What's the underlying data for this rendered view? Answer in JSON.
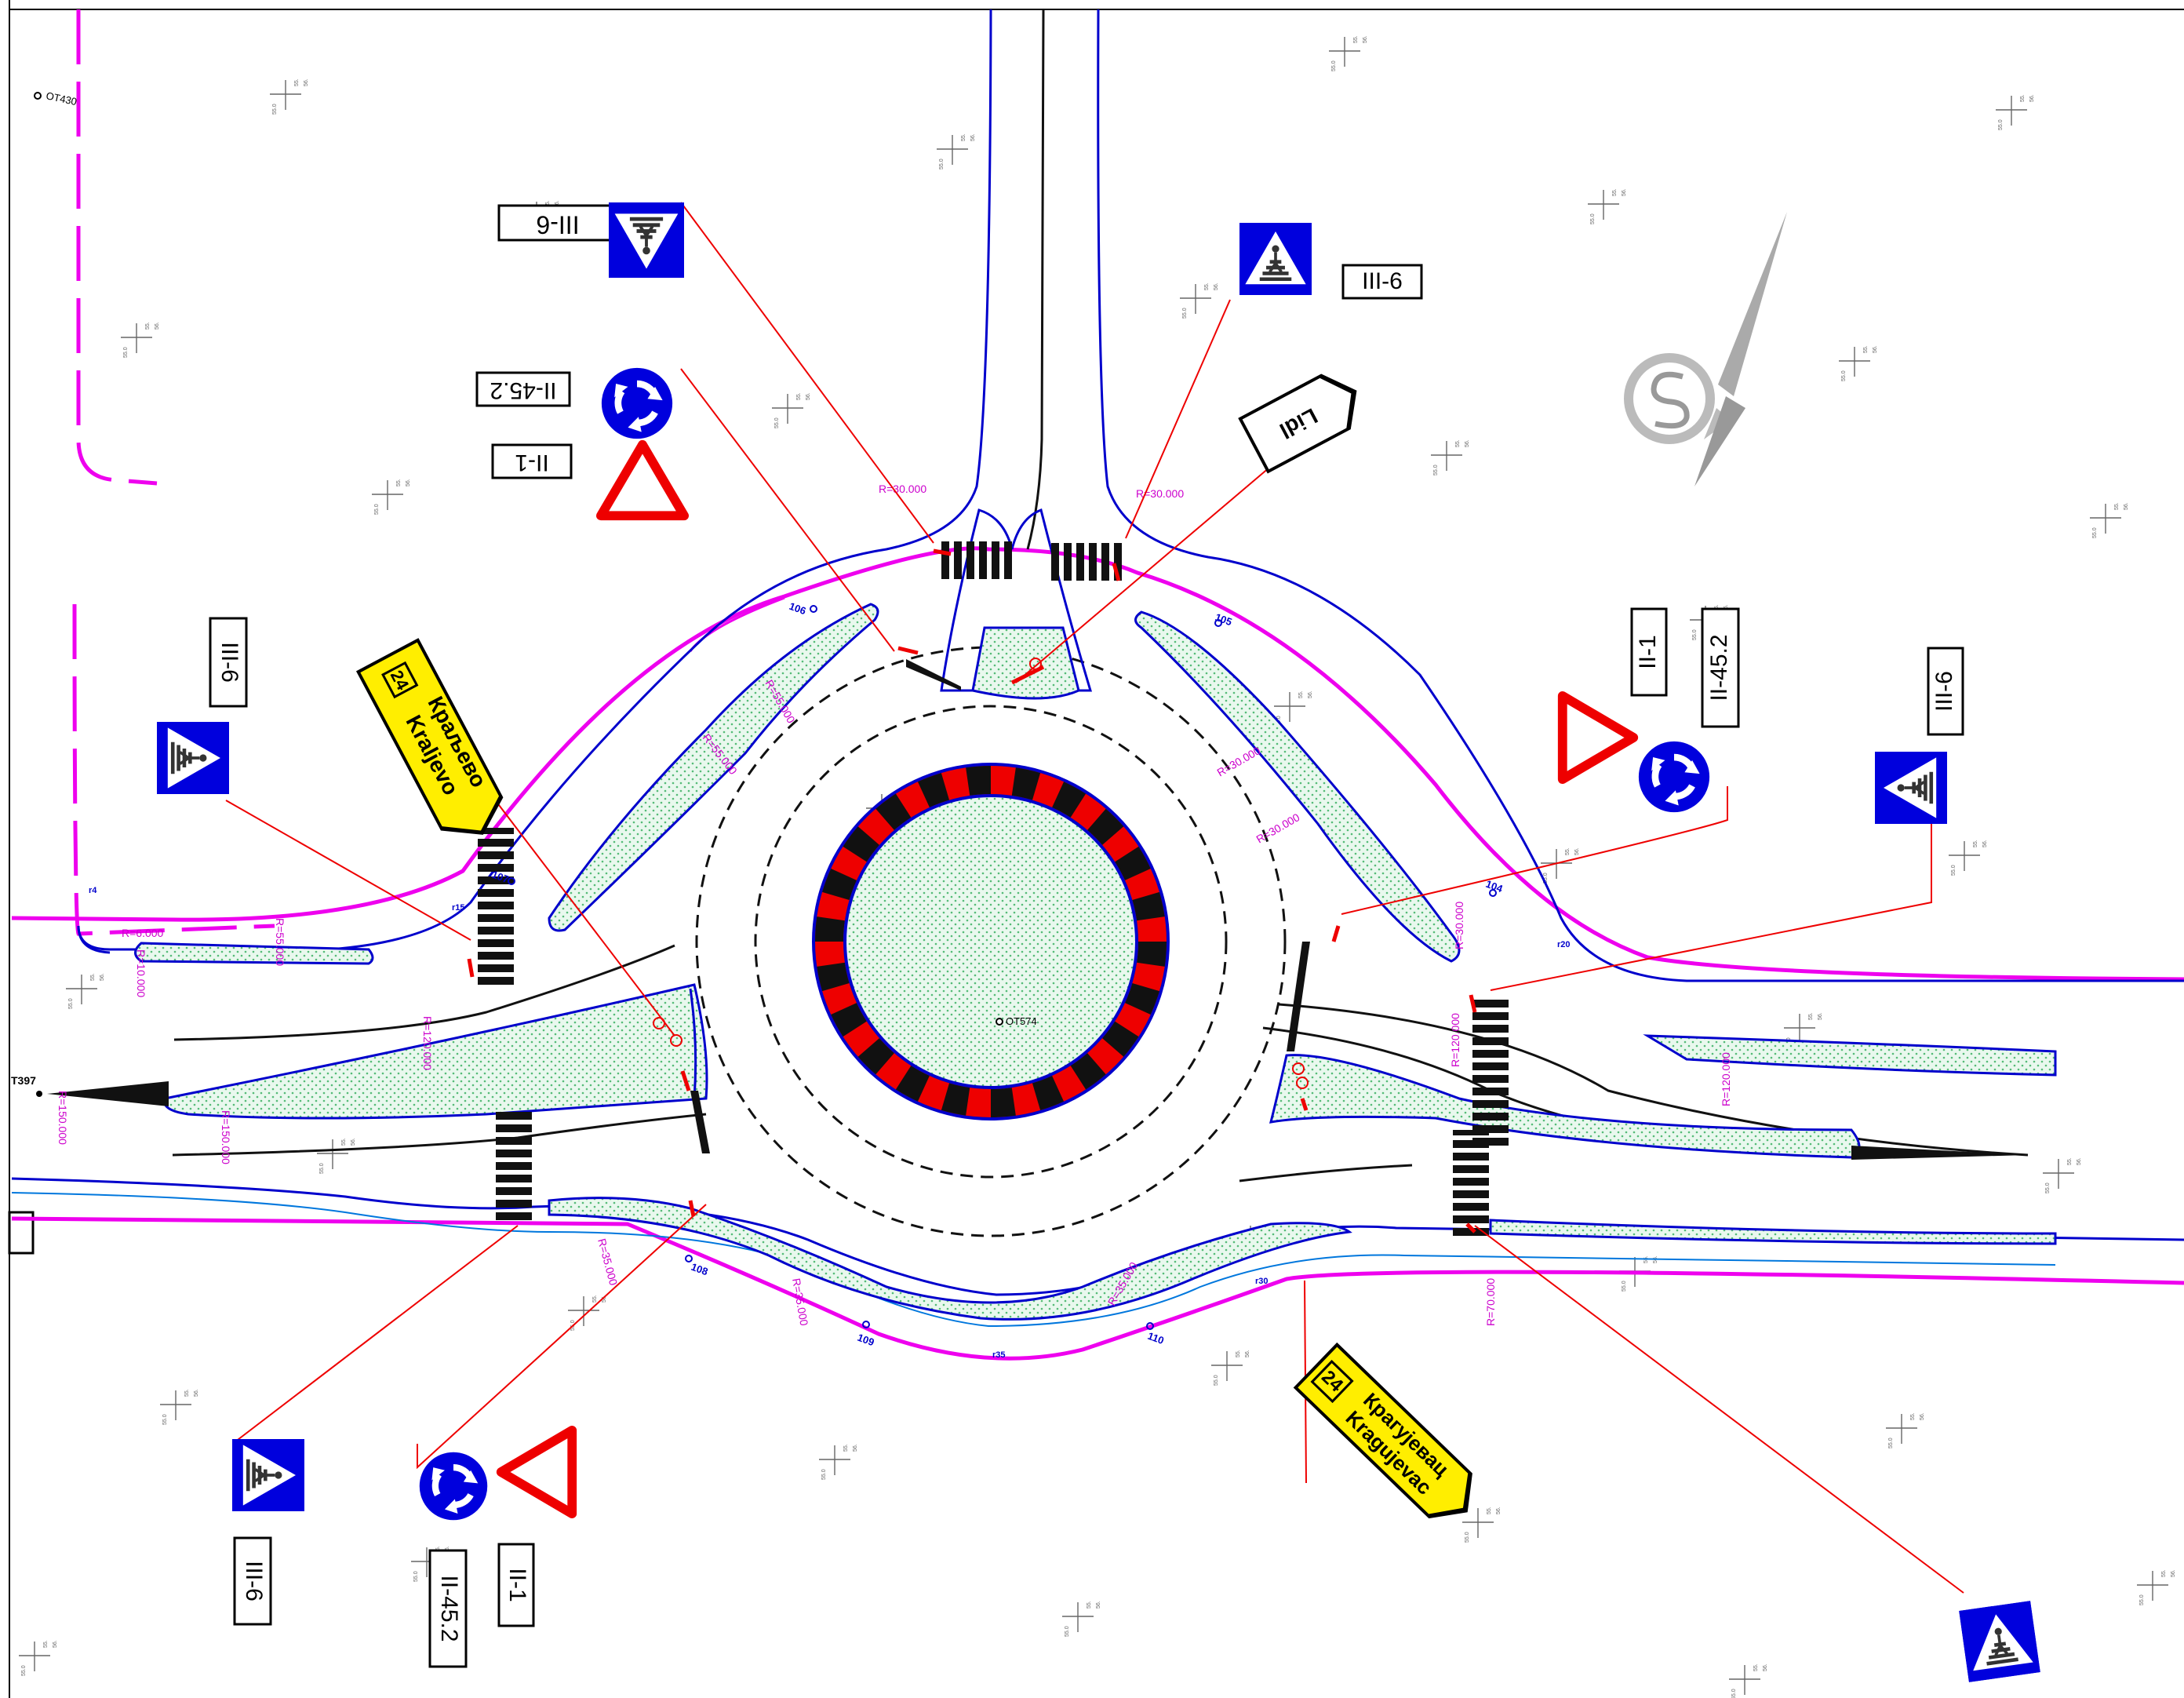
{
  "survey_points": {
    "top_left": "OT430",
    "left_end": "T397",
    "center": "OT574"
  },
  "signs": {
    "ped_crossing_code": "III-6",
    "yield_code": "II-1",
    "roundabout_code": "II-45.2",
    "lidl_arrow_text": "Lidl",
    "kraljevo_cyr": "Краљево",
    "kraljevo_lat": "Kraljevo",
    "kragujevac_cyr": "Крагујевац",
    "kragujevac_lat": "Kragujevac",
    "route_number": "24"
  },
  "radii": {
    "top_left": "R=30.000",
    "top_right": "R=30.000",
    "left_island_a": "R=55.000",
    "left_island_b": "R=55.000",
    "right_island_a": "R=30.000",
    "right_island_b": "R=30.000",
    "left_small": "R=6.000",
    "left_b": "R=55.000",
    "left_c": "R=10.000",
    "left_island_v": "R=120.000",
    "left_island_v2": "R=150.000",
    "far_left": "R=150.000",
    "bottom_left": "R=35.000",
    "bottom_mid": "R=35.000",
    "bottom_right": "R=35.000",
    "right_v1": "R=30.000",
    "right_v2": "R=120.000",
    "right_v3": "R=120.000",
    "right_bottom": "R=70.000"
  },
  "stations": {
    "s104": "104",
    "s105": "105",
    "s106": "106",
    "s107": "107",
    "s108": "108",
    "s109": "109",
    "s110": "110",
    "r15": "r15",
    "r20": "r20",
    "r30": "r30",
    "r35": "r35",
    "r4": "r4"
  },
  "colors": {
    "curb": "#0000cc",
    "island_edge": "#0077dd",
    "boundary": "#ee00ee",
    "leader": "#ee0000",
    "island_fill": "#e4f6ea",
    "sign_blue": "#0000dd",
    "yield_red": "#ee0000",
    "guide_yellow": "#ffee00"
  }
}
